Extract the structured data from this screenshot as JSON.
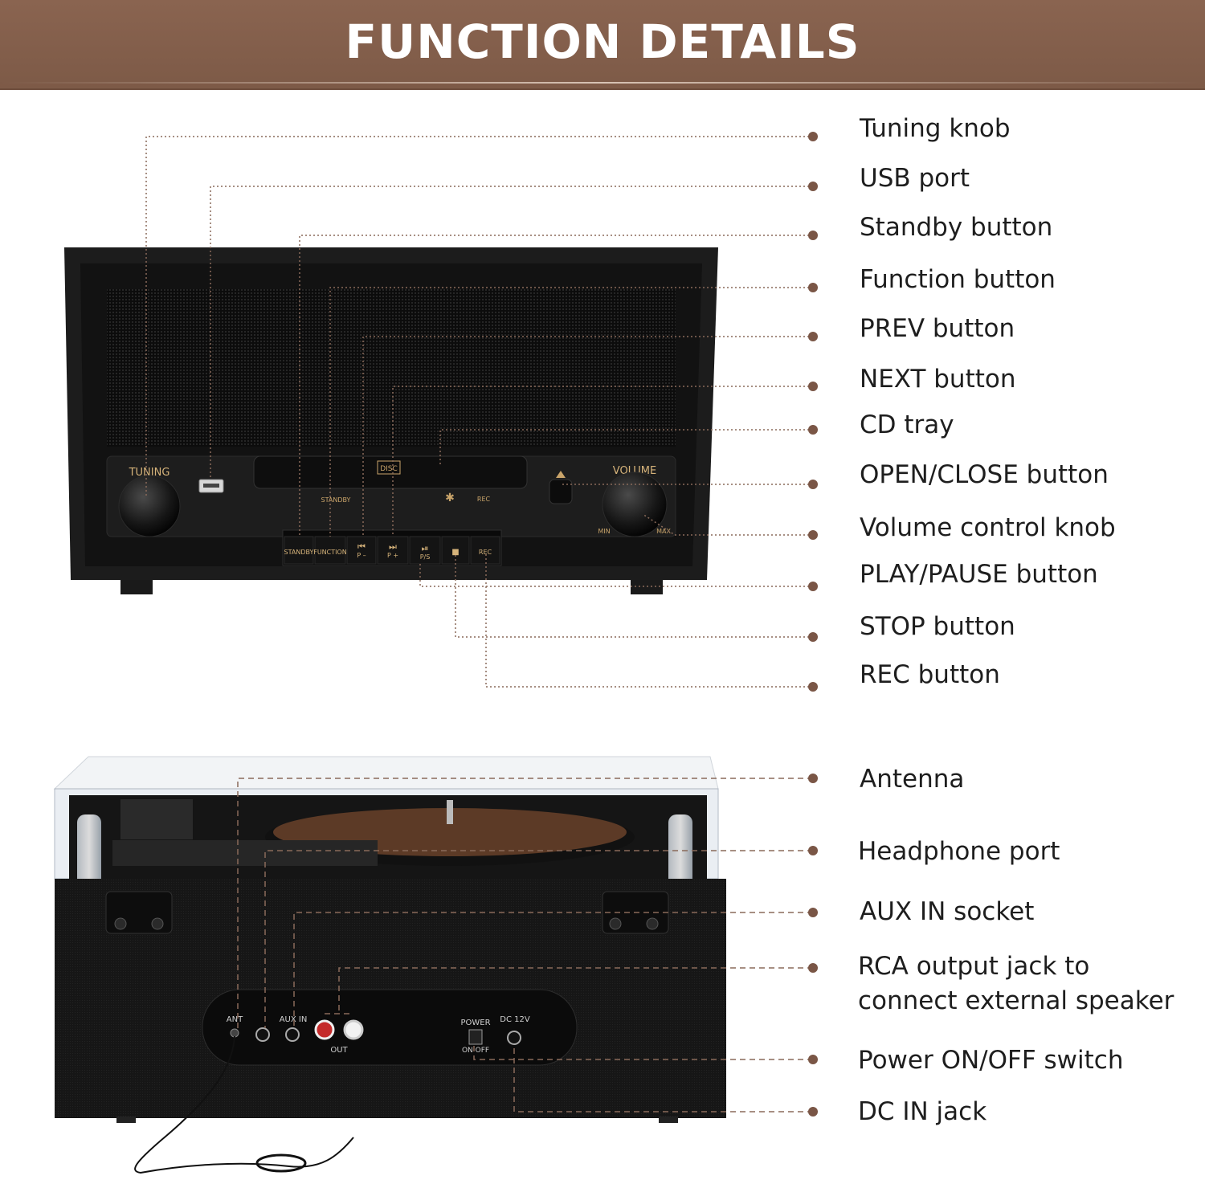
{
  "title": "FUNCTION DETAILS",
  "colors": {
    "header": "#7d5a47",
    "leader": "#8a6a5a",
    "dot": "#7a5646",
    "text": "#1e1e1e",
    "device_body": "#151515",
    "panel_gold": "#c9a46a",
    "platter": "#5c3a26"
  },
  "front_panel_labels": {
    "tuning": "TUNING",
    "volume": "VOLUME",
    "standby": "STANDBY",
    "rec": "REC",
    "min": "MIN",
    "max": "MAX",
    "cd_logo": "DISC",
    "keys": [
      "STANDBY",
      "FUNCTION",
      "P –",
      "P +",
      "P/S",
      "■",
      "REC"
    ]
  },
  "rear_panel_labels": {
    "ant": "ANT",
    "aux_in": "AUX IN",
    "out": "OUT",
    "power": "POWER",
    "on_off": "ON OFF",
    "dc": "DC 12V"
  },
  "callouts_top": [
    {
      "id": "tuning-knob",
      "label": "Tuning knob"
    },
    {
      "id": "usb-port",
      "label": "USB port"
    },
    {
      "id": "standby-button",
      "label": "Standby button"
    },
    {
      "id": "function-button",
      "label": "Function button"
    },
    {
      "id": "prev-button",
      "label": "PREV button"
    },
    {
      "id": "next-button",
      "label": "NEXT button"
    },
    {
      "id": "cd-tray",
      "label": "CD tray"
    },
    {
      "id": "open-close-button",
      "label": "OPEN/CLOSE button"
    },
    {
      "id": "volume-knob",
      "label": "Volume control knob"
    },
    {
      "id": "play-pause-button",
      "label": "PLAY/PAUSE button"
    },
    {
      "id": "stop-button",
      "label": "STOP button"
    },
    {
      "id": "rec-button",
      "label": "REC button"
    }
  ],
  "callouts_bottom": [
    {
      "id": "antenna",
      "label": "Antenna"
    },
    {
      "id": "headphone-port",
      "label": "Headphone port"
    },
    {
      "id": "aux-in-socket",
      "label": "AUX IN socket"
    },
    {
      "id": "rca-output",
      "label": "RCA output jack to",
      "label2": "connect external speaker"
    },
    {
      "id": "power-switch",
      "label": "Power ON/OFF switch"
    },
    {
      "id": "dc-in-jack",
      "label": "DC IN jack"
    }
  ]
}
